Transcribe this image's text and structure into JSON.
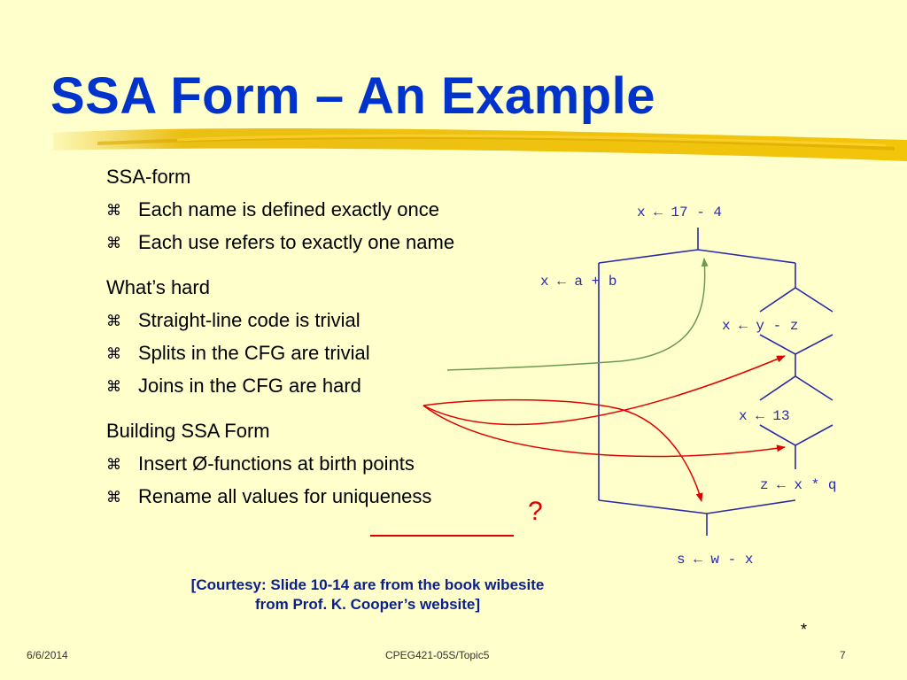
{
  "title": "SSA Form – An Example",
  "bullet_symbol": "⌘",
  "sections": [
    {
      "heading": "SSA-form",
      "items": [
        "Each name is defined exactly once",
        "Each use refers to exactly one name"
      ]
    },
    {
      "heading": "What’s hard",
      "items": [
        "Straight-line code is trivial",
        "Splits in the CFG are trivial",
        "Joins in the CFG are hard"
      ]
    },
    {
      "heading": "Building SSA Form",
      "items": [
        "Insert Ø-functions at birth points",
        "Rename all values for uniqueness"
      ]
    }
  ],
  "diagram": {
    "node_entry": "x ← 17 - 4",
    "node_left": "x ← a + b",
    "node_right_top": "x ← y - z",
    "node_right_bottom": "x ← 13",
    "node_join_right": "z ← x * q",
    "node_exit": "s ← w - x",
    "colors": {
      "edges": "#2A2AA6",
      "green_arrow": "#6E9A50",
      "red_arrows": "#E00000"
    }
  },
  "question_mark": "?",
  "courtesy": {
    "line1": "[Courtesy: Slide 10-14 are from the book wibesite",
    "line2": "from Prof. K. Cooper’s website]"
  },
  "star": "*",
  "footer": {
    "date": "6/6/2014",
    "course": "CPEG421-05S/Topic5",
    "page": "7"
  }
}
